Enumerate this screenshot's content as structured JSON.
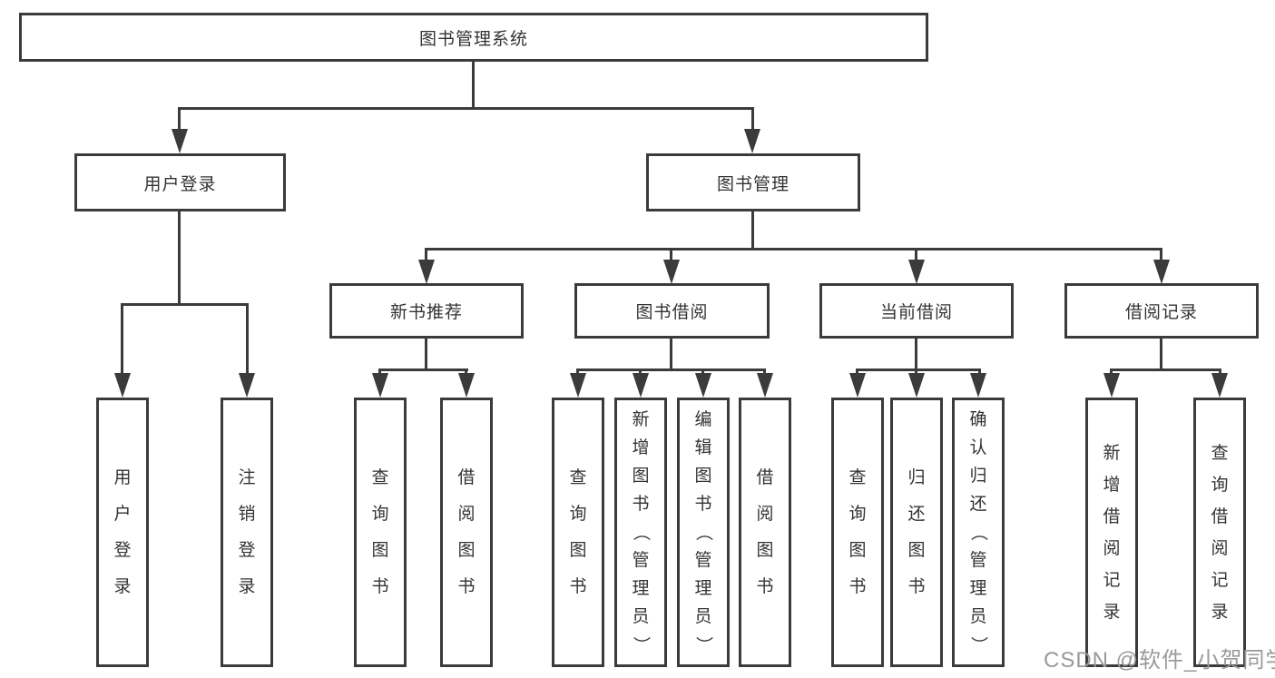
{
  "tree": {
    "root": "图书管理系统",
    "level2": [
      {
        "label": "用户登录",
        "children": [
          "用户登录",
          "注销登录"
        ]
      },
      {
        "label": "图书管理",
        "children": [
          {
            "label": "新书推荐",
            "children": [
              "查询图书",
              "借阅图书"
            ]
          },
          {
            "label": "图书借阅",
            "children": [
              "查询图书",
              "新增图书（管理员）",
              "编辑图书（管理员）",
              "借阅图书"
            ]
          },
          {
            "label": "当前借阅",
            "children": [
              "查询图书",
              "归还图书",
              "确认归还（管理员）"
            ]
          },
          {
            "label": "借阅记录",
            "children": [
              "新增借阅记录",
              "查询借阅记录"
            ]
          }
        ]
      }
    ]
  },
  "watermark": {
    "text": "CSDN @软件_小贺同学"
  },
  "colors": {
    "line": "#3b3b3b",
    "text": "#333333",
    "watermark": "#9a9a9a",
    "background": "#ffffff"
  }
}
